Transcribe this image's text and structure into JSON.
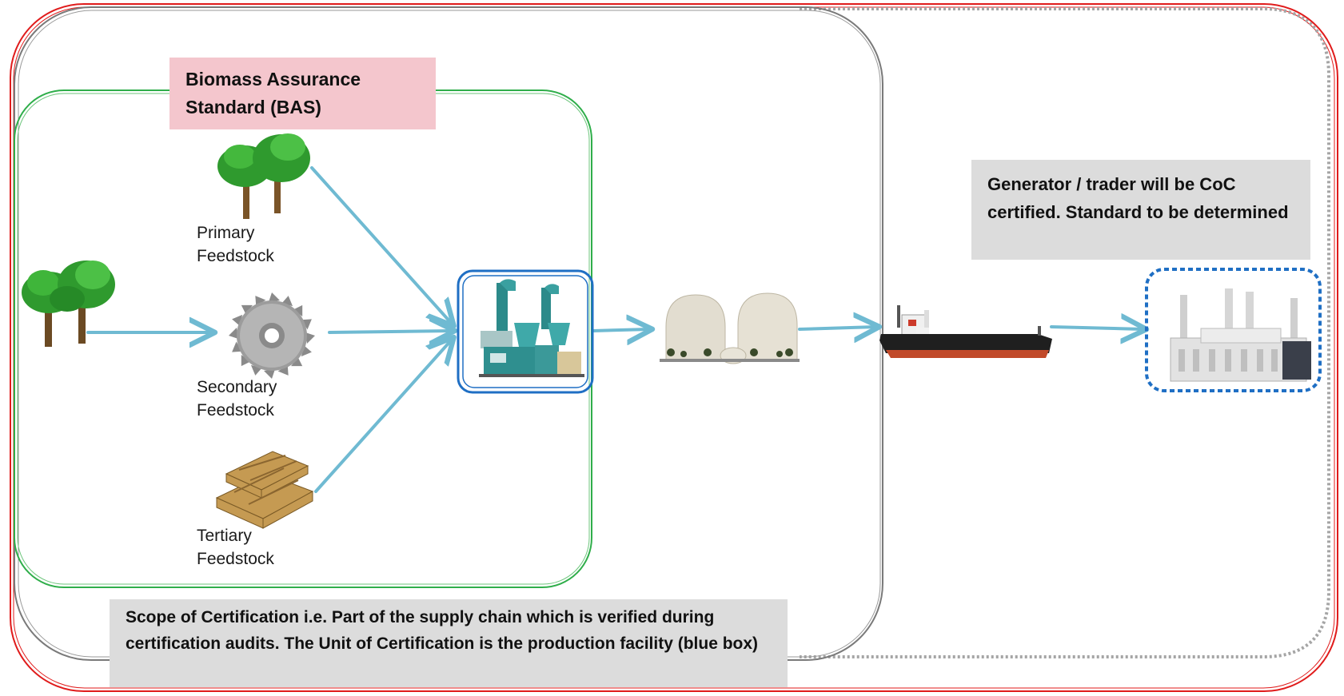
{
  "bas_label": "Biomass Assurance Standard (BAS)",
  "generator_label": "Generator / trader will be CoC certified. Standard to be determined",
  "scope_label": "Scope of Certification i.e. Part of the supply chain which is verified during certification audits. The Unit of Certification is the production facility (blue box)",
  "feedstocks": {
    "primary": "Primary\nFeedstock",
    "secondary": "Secondary\nFeedstock",
    "tertiary": "Tertiary\nFeedstock"
  },
  "icons": {
    "forest": "trees-icon",
    "primary": "trees-icon",
    "secondary": "saw-blade-icon",
    "tertiary": "wooden-pallets-icon",
    "production": "pellet-mill-icon",
    "storage": "storage-domes-icon",
    "transport": "cargo-ship-icon",
    "generator": "power-station-icon"
  },
  "colors": {
    "outer_border": "#e01b1b",
    "bas_border": "#2fae4a",
    "scope_border": "#7a7a7a",
    "unit_border": "#1f6fc4",
    "arrow": "#6fbad2",
    "bas_fill": "#f4c6cd",
    "note_fill": "#dcdcdc"
  }
}
